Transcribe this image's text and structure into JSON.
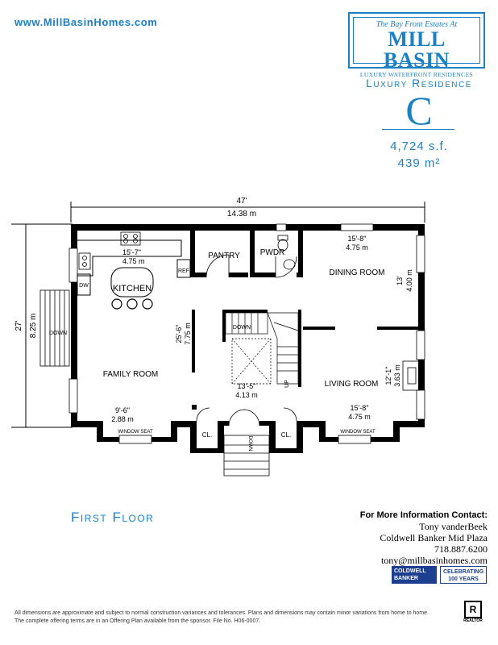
{
  "header": {
    "website": "www.MillBasinHomes.com",
    "logo": {
      "top_line": "The Bay Front Estates At",
      "name": "MILL BASIN",
      "tagline": "LUXURY WATERFRONT RESIDENCES"
    },
    "residence_label": "Luxury Residence",
    "residence_letter": "C",
    "area_sf": "4,724 s.f.",
    "area_m2": "439 m²"
  },
  "plan": {
    "overall_width_ft": "47'",
    "overall_width_m": "14.38 m",
    "overall_depth_ft": "27'",
    "overall_depth_m": "8.25 m",
    "rooms": {
      "kitchen": {
        "name": "KITCHEN",
        "dim_ft": "15'-7\"",
        "dim_m": "4.75 m"
      },
      "pantry": {
        "name": "PANTRY"
      },
      "powder": {
        "name": "PWDR"
      },
      "refrigerator": "REF",
      "dishwasher": "DW",
      "dining": {
        "name": "DINING ROOM",
        "dim_ft": "15'-8\"",
        "dim_m": "4.75 m",
        "depth_ft": "13'",
        "depth_m": "4.00 m"
      },
      "family": {
        "name": "FAMILY ROOM",
        "dim_ft": "9'-6\"",
        "dim_m": "2.88 m",
        "depth_ft": "25'-6\"",
        "depth_m": "7.75 m"
      },
      "living": {
        "name": "LIVING ROOM",
        "dim_ft": "15'-8\"",
        "dim_m": "4.75 m",
        "depth_ft": "12'-1\"",
        "depth_m": "3.63 m"
      },
      "foyer": {
        "dim_ft": "13'-5\"",
        "dim_m": "4.13 m"
      }
    },
    "labels": {
      "down_stair": "DOWN",
      "down_side": "DOWN",
      "down_entry": "DOWN",
      "up": "UP",
      "closet_left": "CL.",
      "closet_right": "CL.",
      "window_seat_left": "WINDOW SEAT",
      "window_seat_right": "WINDOW SEAT"
    }
  },
  "floor_title": "First Floor",
  "contact": {
    "heading": "For More Information Contact:",
    "name": "Tony vanderBeek",
    "company": "Coldwell Banker Mid Plaza",
    "phone": "718.887.6200",
    "email": "tony@millbasinhomes.com"
  },
  "badges": {
    "coldwell_line1": "COLDWELL",
    "coldwell_line2": "BANKER",
    "celebrating_line1": "CELEBRATING",
    "celebrating_line2": "100 YEARS",
    "realtor_mark": "R",
    "realtor_label": "REALTOR"
  },
  "disclaimer": "All dimensions are approximate and subject to normal construction variances and tolerances. Plans and dimensions may contain minor variations from home to home. The complete offering terms are in an Offering Plan available from the sponsor.  File No. H06-0007.",
  "colors": {
    "brand_blue": "#1b80c4",
    "realtor_blue": "#1d3f8f"
  }
}
